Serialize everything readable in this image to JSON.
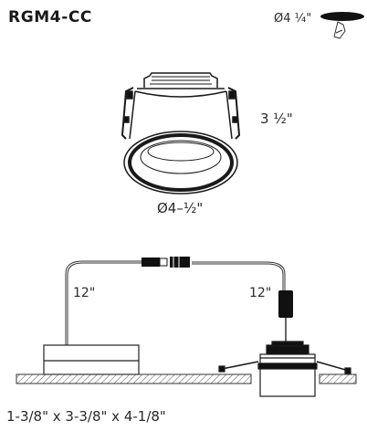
{
  "product": {
    "model": "RGM4-CC"
  },
  "labels": {
    "cutout_diameter": "Ø4 ¼\"",
    "height": "3 ½\"",
    "outer_diameter": "Ø4–½\"",
    "cable_left": "12\"",
    "cable_right": "12\"",
    "junction_box_dims": "1-3/8\" x 3-3/8\" x 4-1/8\""
  },
  "colors": {
    "line": "#1a1a1a",
    "fill_dark": "#111111",
    "hatch": "#555555"
  }
}
